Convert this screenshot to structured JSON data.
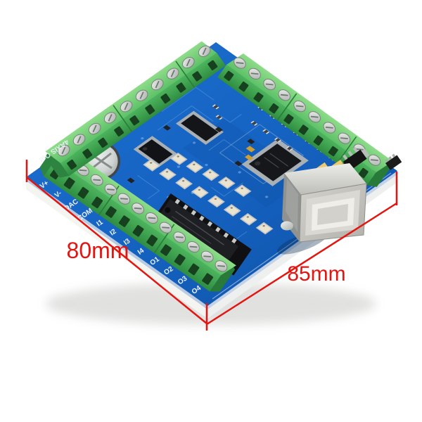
{
  "scene": {
    "description": "Product photo of a 4-axis CNC USB breakout / motion controller board (blue PCB with green screw-terminal strips and a USB-B port), shown tilted on a white background with red dimension annotations",
    "background_color": "#ffffff"
  },
  "dimensions": {
    "width_label": "80mm",
    "depth_label": "85mm",
    "annotation_color": "#e41410"
  },
  "board": {
    "silkscreen_corner_text": "4AXIS Out",
    "terminal_labels": [
      "V+",
      "V-",
      "DAC",
      "COM",
      "I1",
      "I2",
      "I3",
      "I4",
      "O1",
      "O2",
      "O3",
      "O4"
    ],
    "terminal_counts": {
      "front_strip": 12,
      "left_strip": 10,
      "right_strip": 10
    },
    "colors": {
      "pcb_blue": "#1565c4",
      "terminal_green": "#3fa94f",
      "usb_silver": "#c6c5bf",
      "tantalum_yellow": "#d7a43e",
      "annotation_red": "#e41410"
    },
    "components": [
      "usb-b-port",
      "qfp-microcontroller",
      "ssop16-chip",
      "soic8-chip",
      "dip16-chip-on-socket",
      "electrolytic-capacitor",
      "optocoupler-rows",
      "smd-resistors",
      "tantalum-capacitors",
      "voltage-regulator",
      "mounting-holes"
    ]
  }
}
